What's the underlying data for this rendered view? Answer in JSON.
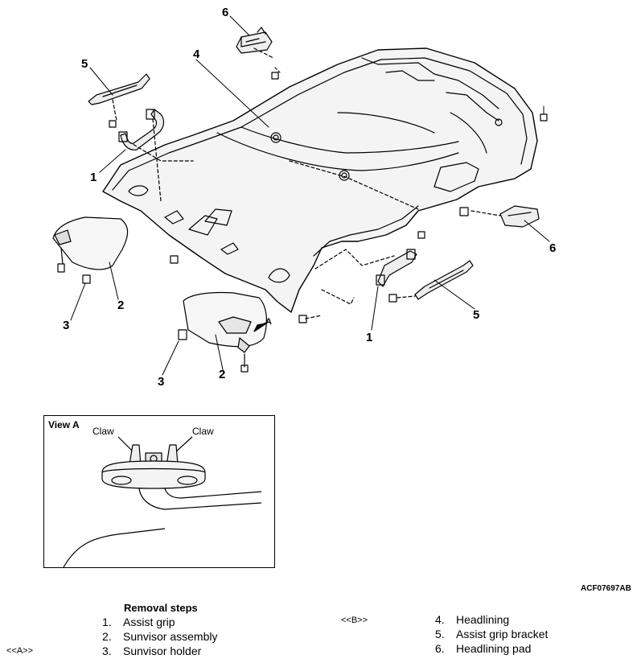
{
  "callouts": {
    "c6_top": "6",
    "c5_top": "5",
    "c4": "4",
    "c1_left": "1",
    "c2_left": "2",
    "c3_left": "3",
    "c3_bottom": "3",
    "c2_bottom": "2",
    "c1_right": "1",
    "c5_right": "5",
    "c6_right": "6",
    "a_marker": "A"
  },
  "view_a": {
    "title": "View A",
    "claw_left": "Claw",
    "claw_right": "Claw"
  },
  "drawing_code": "ACF07697AB",
  "removal": {
    "title": "Removal steps",
    "steps": [
      {
        "num": "1.",
        "label": "Assist grip"
      },
      {
        "num": "2.",
        "label": "Sunvisor assembly"
      },
      {
        "num": "3.",
        "label": "Sunvisor holder"
      },
      {
        "num": "4.",
        "label": "Headlining"
      },
      {
        "num": "5.",
        "label": "Assist grip bracket"
      },
      {
        "num": "6.",
        "label": "Headlining pad"
      }
    ],
    "ref_a": "<<A>>",
    "ref_b": "<<B>>"
  }
}
